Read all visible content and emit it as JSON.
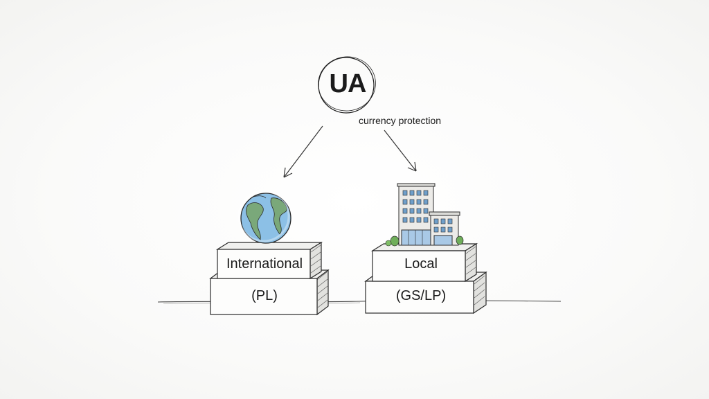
{
  "center_node": {
    "label": "UA",
    "annotation": "currency protection"
  },
  "branches": [
    {
      "icon": "globe-icon",
      "top_label": "International",
      "bottom_label": "(PL)"
    },
    {
      "icon": "buildings-icon",
      "top_label": "Local",
      "bottom_label": "(GS/LP)"
    }
  ],
  "colors": {
    "ink": "#1b1b1b",
    "ocean": "#7fb6df",
    "land": "#7aa87a",
    "building": "#e9e9e6",
    "window": "#6f9fca",
    "shrub": "#6fae5a"
  }
}
